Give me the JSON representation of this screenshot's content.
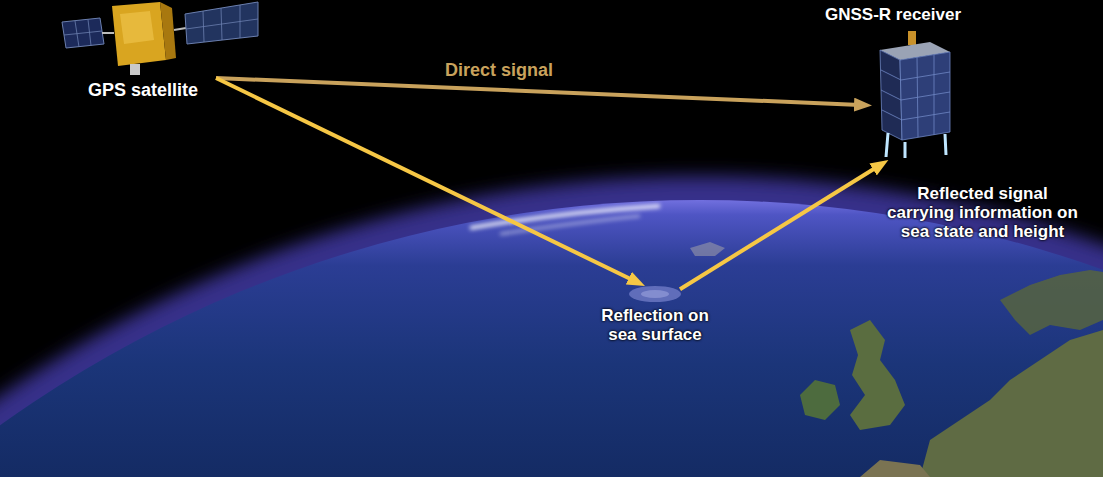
{
  "diagram": {
    "nodes": [
      {
        "text": [
          "GPS satellite"
        ]
      },
      {
        "text": [
          "GNSS-R receiver"
        ]
      },
      {
        "text": [
          "Reflection on sea surface"
        ]
      }
    ],
    "edges": [
      {
        "from": 0,
        "to": 1,
        "arrow": "to",
        "label": "Direct signal"
      },
      {
        "from": 0,
        "to": 2,
        "arrow": "to"
      },
      {
        "from": 2,
        "to": 1,
        "arrow": "to",
        "label": "Reflected signal carrying information on sea state and height"
      }
    ]
  }
}
